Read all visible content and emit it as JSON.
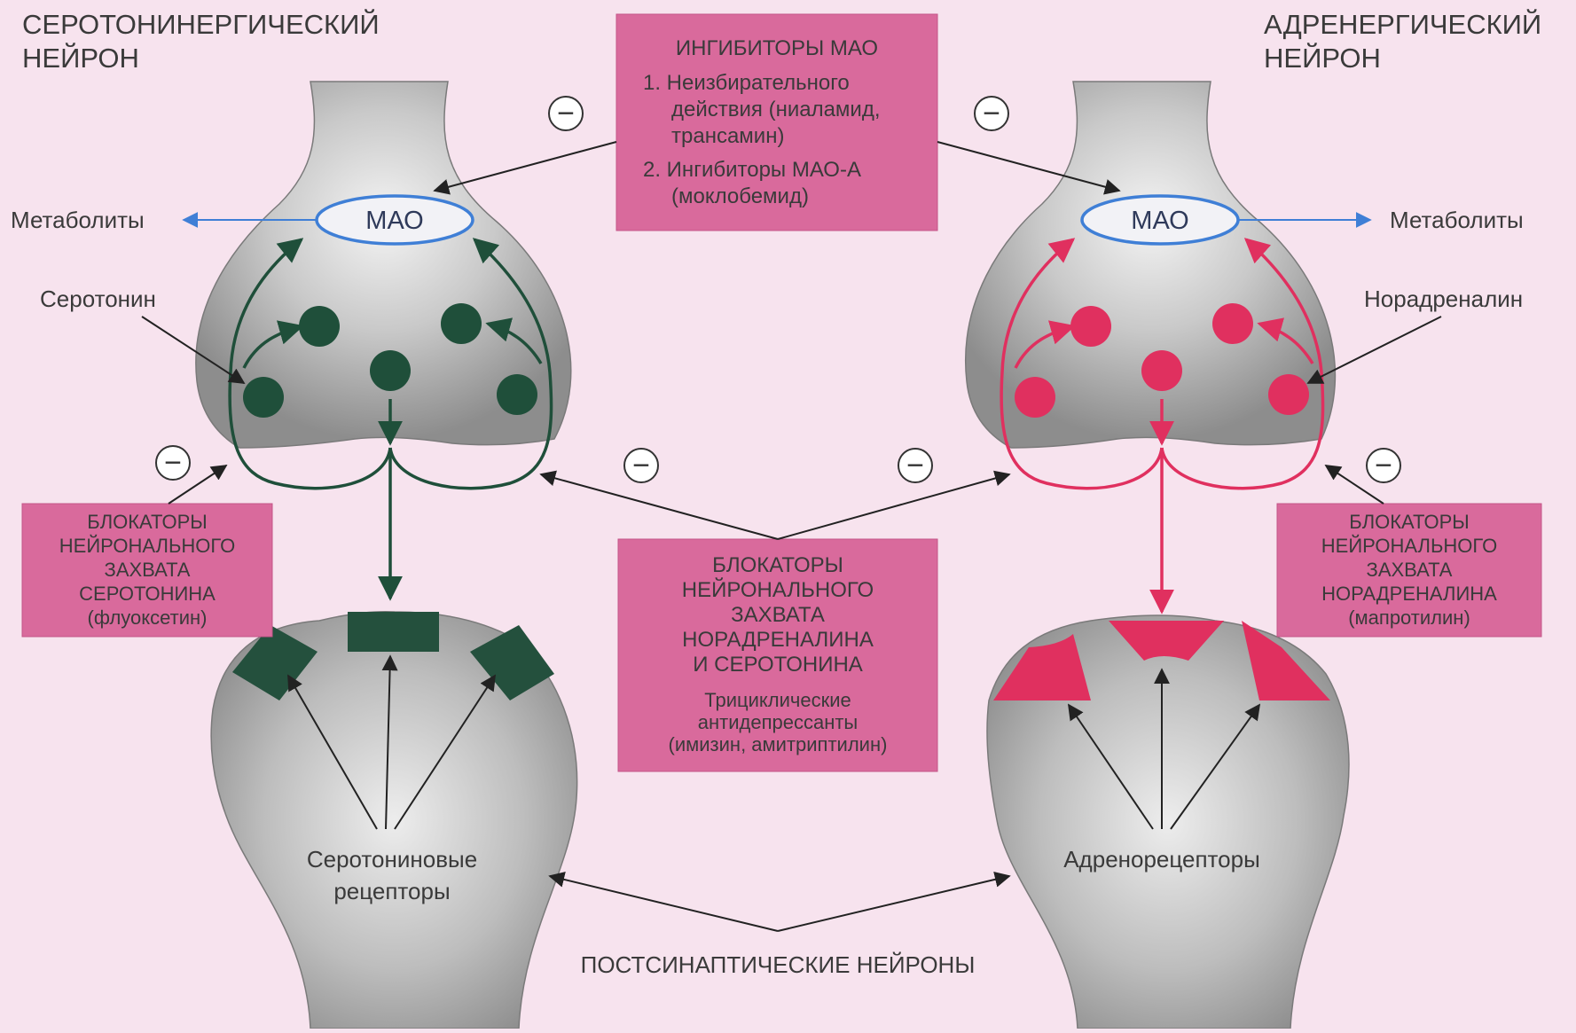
{
  "titles": {
    "left_neuron": [
      "СЕРОТОНИНЕРГИЧЕСКИЙ",
      "НЕЙРОН"
    ],
    "right_neuron": [
      "АДРЕНЕРГИЧЕСКИЙ",
      "НЕЙРОН"
    ]
  },
  "mao_box": {
    "title": "ИНГИБИТОРЫ МАО",
    "lines": [
      "1. Неизбирательного",
      "действия (ниаламид,",
      "трансамин)",
      "2. Ингибиторы МАО-А",
      "(моклобемид)"
    ]
  },
  "left_box": {
    "lines": [
      "БЛОКАТОРЫ",
      "НЕЙРОНАЛЬНОГО",
      "ЗАХВАТА",
      "СЕРОТОНИНА",
      "(флуоксетин)"
    ]
  },
  "right_box": {
    "lines": [
      "БЛОКАТОРЫ",
      "НЕЙРОНАЛЬНОГО",
      "ЗАХВАТА",
      "НОРАДРЕНАЛИНА",
      "(мапротилин)"
    ]
  },
  "center_box": {
    "lines": [
      "БЛОКАТОРЫ",
      "НЕЙРОНАЛЬНОГО",
      "ЗАХВАТА",
      "НОРАДРЕНАЛИНА",
      "И СЕРОТОНИНА"
    ],
    "sub_lines": [
      "Трициклические",
      "антидепрессанты",
      "(имизин, амитриптилин)"
    ]
  },
  "labels": {
    "mao": "МАО",
    "metabolites": "Метаболиты",
    "serotonin": "Серотонин",
    "noradrenaline": "Норадреналин",
    "serotonin_receptors": [
      "Серотониновые",
      "рецепторы"
    ],
    "adrenoreceptors": "Адренорецепторы",
    "postsynaptic": "ПОСТСИНАПТИЧЕСКИЕ НЕЙРОНЫ",
    "minus": "−"
  },
  "colors": {
    "background": "#f7e3ee",
    "box_fill": "#d96a9c",
    "serotonin_green": "#1f4f3a",
    "noradrenaline_red": "#e0305f",
    "mao_blue": "#3f7fd6",
    "neuron_gray": "#9a9a9a"
  }
}
